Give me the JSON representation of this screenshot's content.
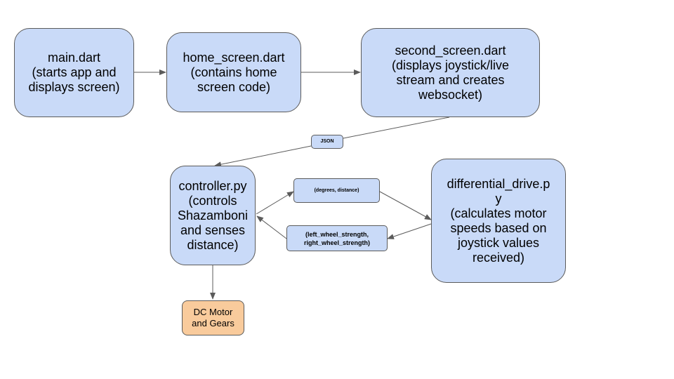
{
  "nodes": {
    "main_dart": "main.dart\n(starts app and\ndisplays screen)",
    "home_screen": "home_screen.dart\n(contains home\nscreen code)",
    "second_screen": "second_screen.dart\n(displays joystick/live\nstream and creates\nwebsocket)",
    "controller": "controller.py\n(controls\nShazamboni\nand senses\ndistance)",
    "differential_drive": "differential_drive.p\ny\n(calculates motor\nspeeds based on\njoystick values\nreceived)",
    "dc_motor": "DC Motor\nand Gears"
  },
  "edge_labels": {
    "json": "JSON",
    "degrees_distance": "(degrees, distance)",
    "wheel_strength": "(left_wheel_strength,\nright_wheel_strength)"
  },
  "colors": {
    "node_fill": "#c9daf8",
    "motor_fill": "#f9cb9c",
    "stroke": "#5b5b5b"
  }
}
